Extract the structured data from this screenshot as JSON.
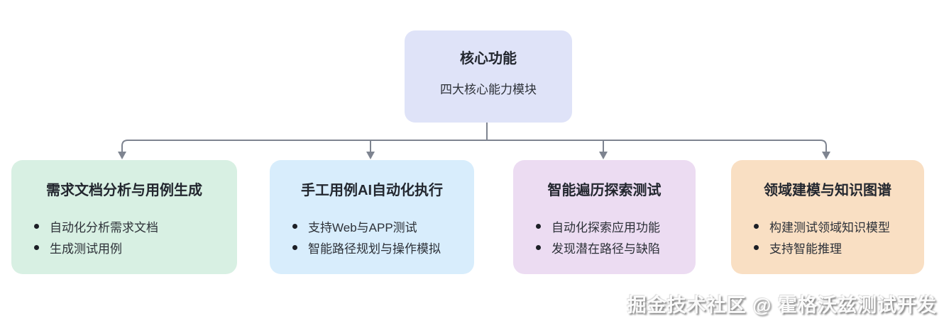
{
  "root": {
    "title": "核心功能",
    "subtitle": "四大核心能力模块"
  },
  "branches": [
    {
      "title": "需求文档分析与用例生成",
      "bullets": [
        "自动化分析需求文档",
        "生成测试用例"
      ]
    },
    {
      "title": "手工用例AI自动化执行",
      "bullets": [
        "支持Web与APP测试",
        "智能路径规划与操作模拟"
      ]
    },
    {
      "title": "智能遍历探索测试",
      "bullets": [
        "自动化探索应用功能",
        "发现潜在路径与缺陷"
      ]
    },
    {
      "title": "领域建模与知识图谱",
      "bullets": [
        "构建测试领域知识模型",
        "支持智能推理"
      ]
    }
  ],
  "watermark": {
    "text": "掘金技术社区 @ 霍格沃兹测试开发"
  },
  "colors": {
    "root_bg": "#dfe3f8",
    "branch_bgs": [
      "#d8f0e3",
      "#d8edfc",
      "#ecdcf2",
      "#f9dfc3"
    ],
    "connector": "#7e8490",
    "title_text": "#23272f",
    "body_text": "#2d3138"
  }
}
